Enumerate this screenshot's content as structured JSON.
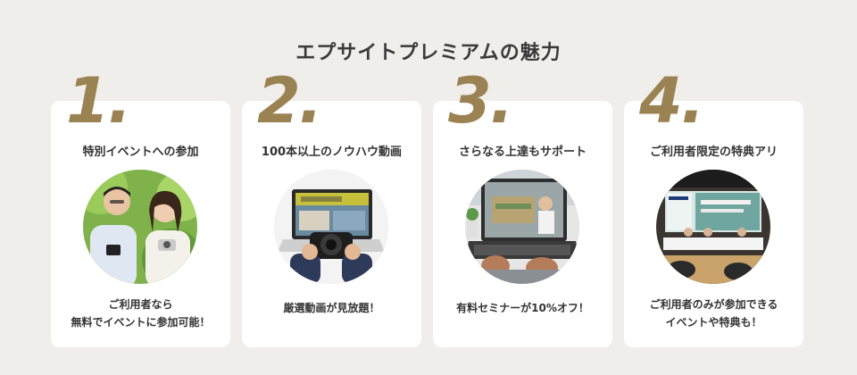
{
  "page_title": "エプサイトプレミアムの魅力",
  "cards": [
    {
      "number": "1.",
      "title": "特別イベントへの参加",
      "desc_lines": [
        "ご利用者なら",
        "無料でイベントに参加可能！"
      ],
      "image": "couple-with-cameras-photo"
    },
    {
      "number": "2.",
      "title": "100本以上のノウハウ動画",
      "desc_lines": [
        "厳選動画が見放題！"
      ],
      "image": "camera-and-laptop-video-photo"
    },
    {
      "number": "3.",
      "title": "さらなる上達もサポート",
      "desc_lines": [
        "有料セミナーが10%オフ！"
      ],
      "image": "online-seminar-laptop-photo"
    },
    {
      "number": "4.",
      "title": "ご利用者限定の特典アリ",
      "desc_lines": [
        "ご利用者のみが参加できる",
        "イベントや特典も！"
      ],
      "image": "epson-stage-event-photo"
    }
  ],
  "colors": {
    "background": "#f0eeea",
    "card": "#ffffff",
    "accent_number": "#9b8252",
    "text": "#333333"
  }
}
